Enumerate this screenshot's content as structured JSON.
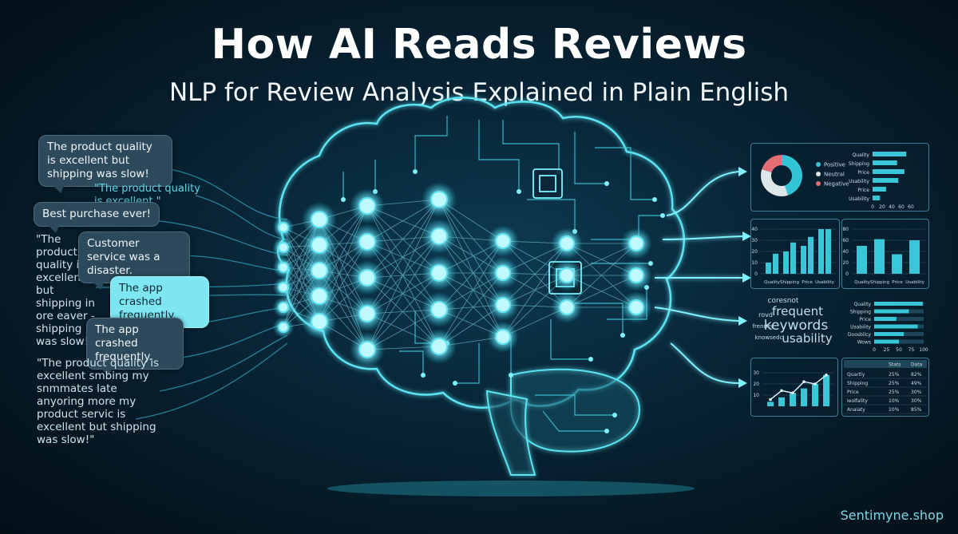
{
  "header": {
    "title": "How AI Reads Reviews",
    "subtitle": "NLP for Review Analysis Explained in Plain English"
  },
  "reviews": {
    "bubble1": "The product quality is excellent but shipping was slow!",
    "quote1": "\"The product quality is excellent.\"",
    "bubble2": "Best purchase ever!",
    "quote2": "\"The product quality is excellent but shipping in ore eaver - shipping was slow!\"",
    "bubble3": "Customer service was a disaster.",
    "bubble4": "The app crashed frequently.",
    "bubble5": "The app crashed frequently.",
    "quote3": "\"The product quality is excellent smbing my snmmates late anyoring more my product servic is excellent but shipping was slow!\""
  },
  "outputs": {
    "donut": {
      "legend": [
        "Positive",
        "Neutral",
        "Negative"
      ],
      "colors": [
        "#33c4d6",
        "#dfe6ea",
        "#e36d73"
      ],
      "values": [
        0.45,
        0.35,
        0.2
      ]
    },
    "topbars": {
      "categories": [
        "Quality",
        "Shipping",
        "Price",
        "Usability",
        "Price",
        "Usability"
      ],
      "values": [
        55,
        40,
        52,
        42,
        22,
        12
      ],
      "ticks": [
        "0",
        "20",
        "40",
        "60",
        "60"
      ]
    },
    "midleft": {
      "categories": [
        "Quality",
        "Shipping",
        "Price",
        "Usability"
      ],
      "values": [
        [
          10,
          18
        ],
        [
          20,
          28
        ],
        [
          25,
          33
        ],
        [
          40,
          40
        ]
      ],
      "ticks": [
        "0",
        "10",
        "20",
        "30",
        "40"
      ]
    },
    "midright": {
      "categories": [
        "Quality",
        "Shipping",
        "Price",
        "Usability"
      ],
      "values": [
        50,
        62,
        35,
        60
      ],
      "ticks": [
        "0",
        "20",
        "40",
        "60",
        "80"
      ]
    },
    "wordcloud": {
      "words": [
        "frequent",
        "keywords",
        "usability",
        "coresnot",
        "rovd",
        "frendey",
        "knowsedc"
      ]
    },
    "hbars": {
      "categories": [
        "Quality",
        "Shipping",
        "Price",
        "Usability",
        "Doosbilcy",
        "Wows"
      ],
      "values": [
        98,
        70,
        45,
        88,
        60,
        50
      ],
      "ticks": [
        "0",
        "25",
        "50",
        "75",
        "100"
      ]
    },
    "trend": {
      "values": [
        4,
        8,
        12,
        16,
        20,
        28
      ],
      "line": [
        6,
        14,
        12,
        22,
        20,
        28
      ],
      "ticks": [
        "10",
        "20",
        "30"
      ]
    },
    "table": {
      "headers": [
        "",
        "Stats",
        "Data"
      ],
      "rows": [
        [
          "Quartly",
          "25%",
          "82%"
        ],
        [
          "Shipping",
          "25%",
          "49%"
        ],
        [
          "Price",
          "25%",
          "30%"
        ],
        [
          "Ieolfality",
          "10%",
          "30%"
        ],
        [
          "Anaiaty",
          "10%",
          "85%"
        ]
      ]
    }
  },
  "footer": {
    "brand": "Sentimyne.shop"
  }
}
